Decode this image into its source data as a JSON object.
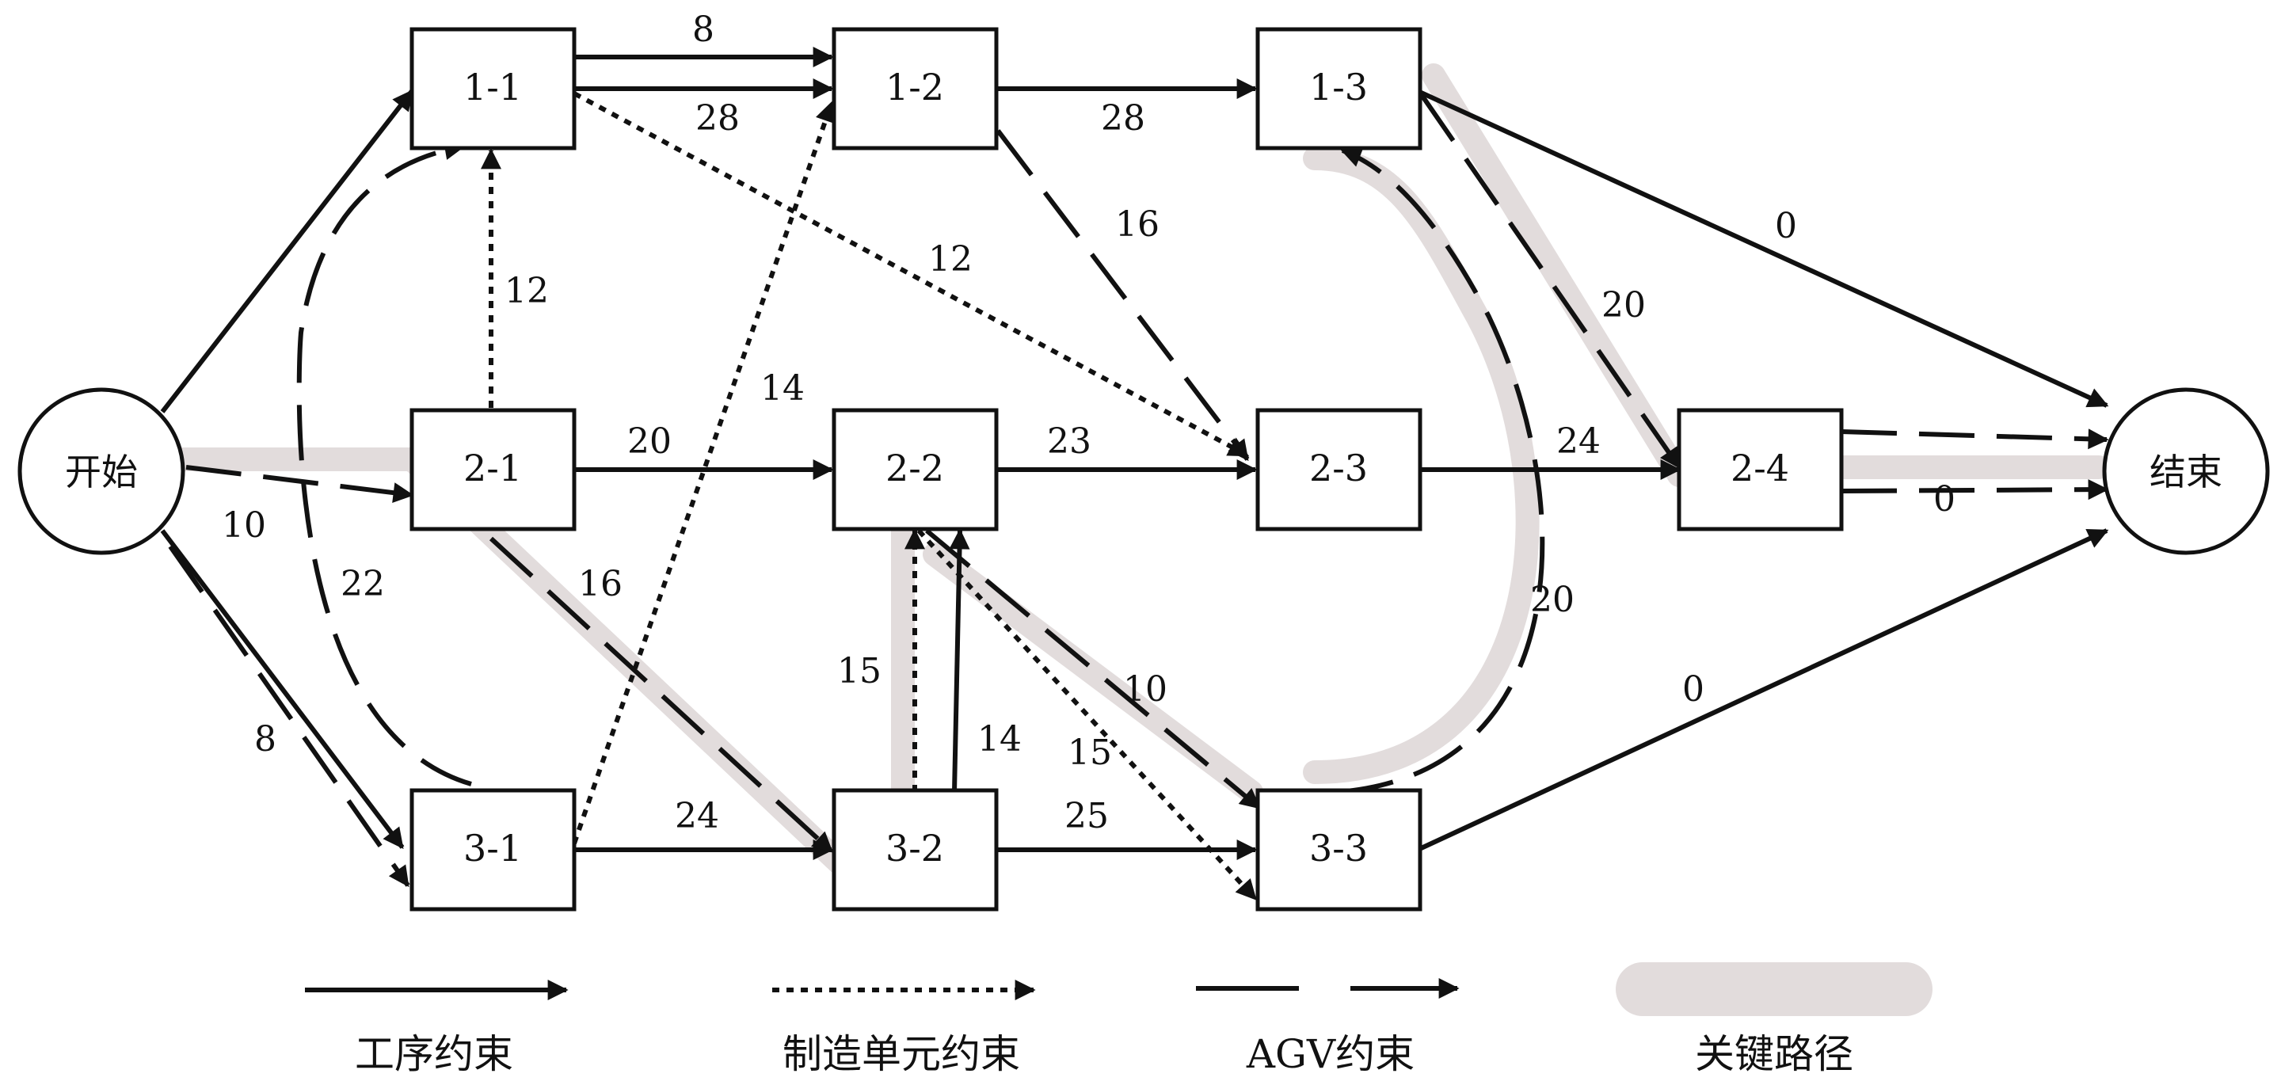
{
  "nodes": {
    "start": "开始",
    "end": "结束",
    "n11": "1-1",
    "n12": "1-2",
    "n13": "1-3",
    "n21": "2-1",
    "n22": "2-2",
    "n23": "2-3",
    "n24": "2-4",
    "n31": "3-1",
    "n32": "3-2",
    "n33": "3-3"
  },
  "labels": {
    "l_8_top": "8",
    "l_28_a": "28",
    "l_28_b": "28",
    "l_12_dotted_11_23": "12",
    "l_12_21_11": "12",
    "l_16_12_23": "16",
    "l_0_13_end": "0",
    "l_20_13_24": "20",
    "l_14_31_12": "14",
    "l_20_21_22": "20",
    "l_23_22_23": "23",
    "l_24_23_24": "24",
    "l_0_24_end": "0",
    "l_10_start_21": "10",
    "l_22_agv": "22",
    "l_16_21_32": "16",
    "l_20_33_13": "20",
    "l_8_start_31": "8",
    "l_15_32_22": "15",
    "l_14_32_22": "14",
    "l_10_22_33": "10",
    "l_15_22_33": "15",
    "l_0_33_end": "0",
    "l_24_31_32": "24",
    "l_25_32_33": "25"
  },
  "legend": {
    "process": "工序约束",
    "cell": "制造单元约束",
    "agv": "AGV约束",
    "critical": "关键路径"
  },
  "colors": {
    "line": "#111111",
    "critical": "#e2dcdc"
  }
}
